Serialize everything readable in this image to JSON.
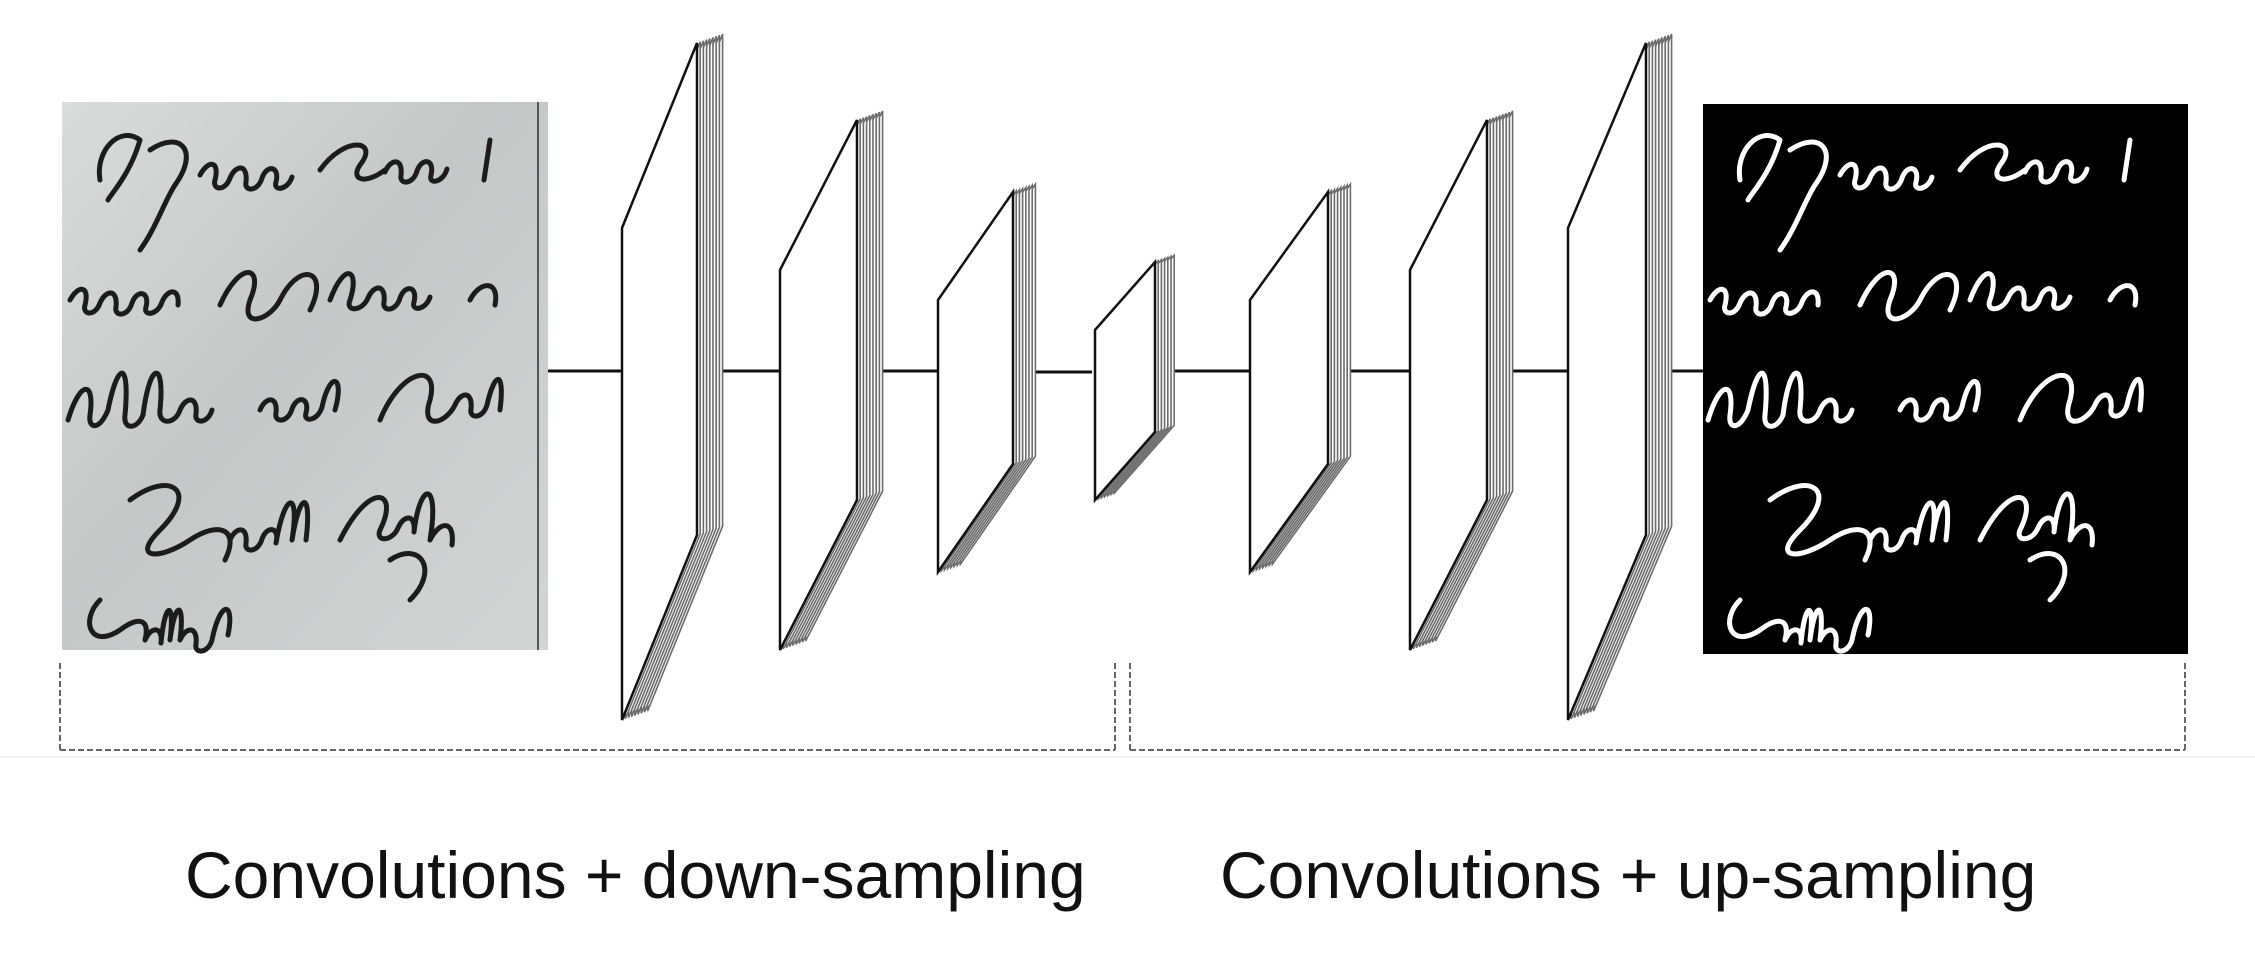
{
  "captions": {
    "left": "Convolutions + down-sampling",
    "right": "Convolutions + up-sampling"
  },
  "images": {
    "input": {
      "kind": "handwritten-document-scan",
      "background": "#cfd2d1",
      "ink": "#1a1a1a"
    },
    "output": {
      "kind": "binarized-document",
      "background": "#000000",
      "ink": "#ffffff"
    }
  },
  "network": {
    "encoder_blocks": 4,
    "decoder_blocks": 3,
    "block_colors": {
      "face": "#ffffff",
      "stroke": "#111111",
      "stack": "#6b6b6b"
    }
  }
}
